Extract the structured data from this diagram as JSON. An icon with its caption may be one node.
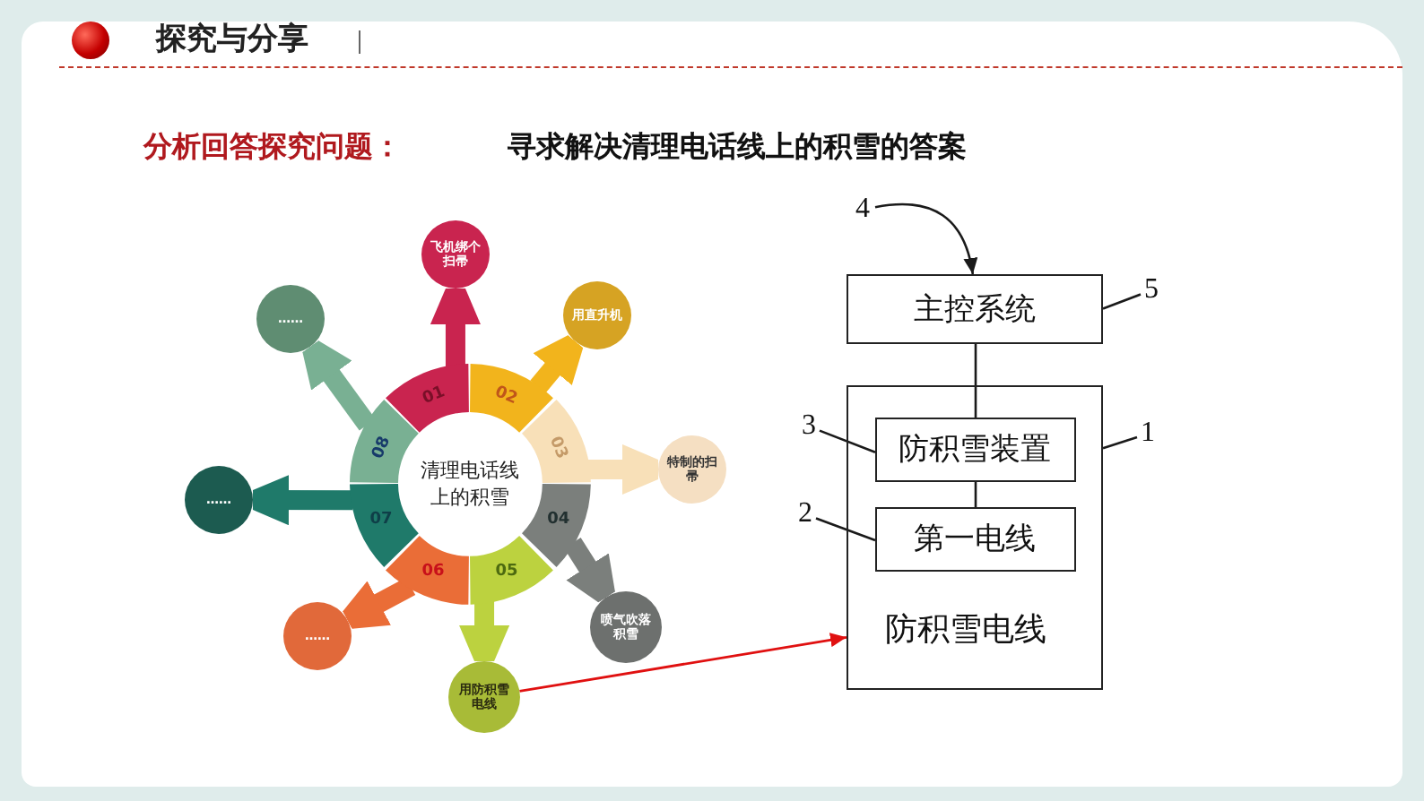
{
  "diagram": {
    "title": "探究与分享",
    "nodes": [
      {
        "text": [
          "清理电话线上的积雪"
        ]
      },
      {
        "text": [
          "01"
        ]
      },
      {
        "text": [
          "02"
        ]
      },
      {
        "text": [
          "03"
        ]
      },
      {
        "text": [
          "04"
        ]
      },
      {
        "text": [
          "05"
        ]
      },
      {
        "text": [
          "06"
        ]
      },
      {
        "text": [
          "07"
        ]
      },
      {
        "text": [
          "08"
        ]
      },
      {
        "text": [
          "飞机绑个扫帚"
        ]
      },
      {
        "text": [
          "用直升机"
        ]
      },
      {
        "text": [
          "特制的扫帚"
        ]
      },
      {
        "text": [
          "喷气吹落积雪"
        ]
      },
      {
        "text": [
          "用防积雪电线"
        ]
      },
      {
        "text": [
          "……"
        ]
      },
      {
        "text": [
          "……"
        ]
      },
      {
        "text": [
          "……"
        ]
      },
      {
        "text": [
          "4"
        ]
      },
      {
        "text": [
          "主控系统"
        ]
      },
      {
        "text": [
          "5"
        ]
      },
      {
        "text": [
          "防积雪电线"
        ]
      },
      {
        "text": [
          "3"
        ]
      },
      {
        "text": [
          "防积雪装置"
        ],
        "in": 20
      },
      {
        "text": [
          "1"
        ]
      },
      {
        "text": [
          "2"
        ]
      },
      {
        "text": [
          "第一电线"
        ],
        "in": 20
      }
    ],
    "edges": [
      {
        "from": 1,
        "to": 9,
        "arrow": "to",
        "style": "thick",
        "color": "#c9244f"
      },
      {
        "from": 2,
        "to": 10,
        "arrow": "to",
        "style": "thick",
        "color": "#f2b41c"
      },
      {
        "from": 3,
        "to": 11,
        "arrow": "to",
        "style": "thick",
        "color": "#f8e0b8"
      },
      {
        "from": 4,
        "to": 12,
        "arrow": "to",
        "style": "thick",
        "color": "#7b7f7c"
      },
      {
        "from": 5,
        "to": 13,
        "arrow": "to",
        "style": "thick",
        "color": "#bcd23f"
      },
      {
        "from": 6,
        "to": 14,
        "arrow": "to",
        "style": "thick",
        "color": "#ea6d37"
      },
      {
        "from": 7,
        "to": 15,
        "arrow": "to",
        "style": "thick",
        "color": "#1f7a6a"
      },
      {
        "from": 8,
        "to": 16,
        "arrow": "to",
        "style": "thick",
        "color": "#79b093"
      },
      {
        "from": 17,
        "to": 18,
        "arrow": "to"
      },
      {
        "from": 19,
        "to": 18,
        "arrow": "none"
      },
      {
        "from": 18,
        "to": 22,
        "arrow": "none"
      },
      {
        "from": 22,
        "to": 25,
        "arrow": "none"
      },
      {
        "from": 21,
        "to": 22,
        "arrow": "none"
      },
      {
        "from": 23,
        "to": 20,
        "arrow": "none"
      },
      {
        "from": 24,
        "to": 25,
        "arrow": "none"
      },
      {
        "from": 13,
        "to": 20,
        "arrow": "to",
        "color": "#e01010"
      }
    ],
    "labels": [
      "分析回答探究问题：",
      "寻求解决清理电话线上的积雪的答案"
    ]
  }
}
